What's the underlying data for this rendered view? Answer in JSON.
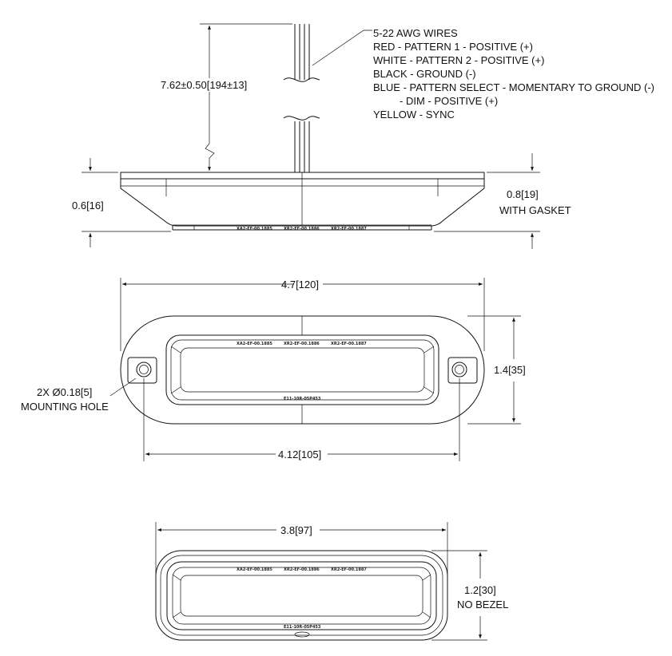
{
  "side_view": {
    "wire_length_label": "7.62±0.50[194±13]",
    "height_label": "0.6[16]",
    "height_gasket_label": "0.8[19]",
    "height_gasket_note": "WITH GASKET",
    "part_numbers": [
      "XA2-EF-00.1885",
      "XR2-EF-00.1886",
      "XR2-EF-00.1887"
    ]
  },
  "wire_notes": {
    "lines": [
      "5-22 AWG WIRES",
      "RED - PATTERN 1 - POSITIVE (+)",
      "WHITE - PATTERN 2 - POSITIVE (+)",
      "BLACK - GROUND (-)",
      "BLUE - PATTERN SELECT - MOMENTARY TO GROUND (-)",
      "- DIM - POSITIVE (+)",
      "YELLOW - SYNC"
    ]
  },
  "top_view": {
    "width_label": "4.7[120]",
    "height_label": "1.4[35]",
    "hole_spacing_label": "4.12[105]",
    "hole_note_line1": "2X Ø0.18[5]",
    "hole_note_line2": "MOUNTING HOLE",
    "part_numbers": [
      "XA2-EF-00.1885",
      "XR2-EF-00.1886",
      "XR2-EF-00.1887"
    ],
    "serial": "E11-10R-05P453"
  },
  "no_bezel_view": {
    "width_label": "3.8[97]",
    "height_label": "1.2[30]",
    "height_note": "NO BEZEL",
    "part_numbers": [
      "XA2-EF-00.1885",
      "XR2-EF-00.1886",
      "XR2-EF-00.1887"
    ],
    "serial": "E11-10R-05P453"
  }
}
